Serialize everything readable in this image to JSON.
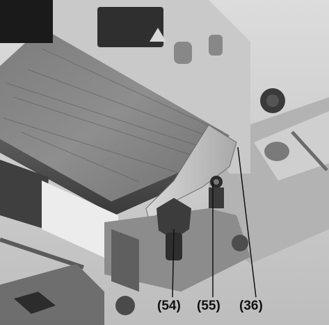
{
  "figure": {
    "kind": "photo",
    "grayscale": true,
    "black_corner_box": true
  },
  "callouts": [
    {
      "id": "c54",
      "label": "(54)"
    },
    {
      "id": "c55",
      "label": "(55)"
    },
    {
      "id": "c36",
      "label": "(36)"
    }
  ],
  "colors": {
    "background": "#ffffff",
    "wood_light": "#8d8d8d",
    "wood_dark": "#4a4a4a",
    "metal_light": "#c7c7c7",
    "metal_dark": "#555555",
    "leader": "#111111"
  }
}
